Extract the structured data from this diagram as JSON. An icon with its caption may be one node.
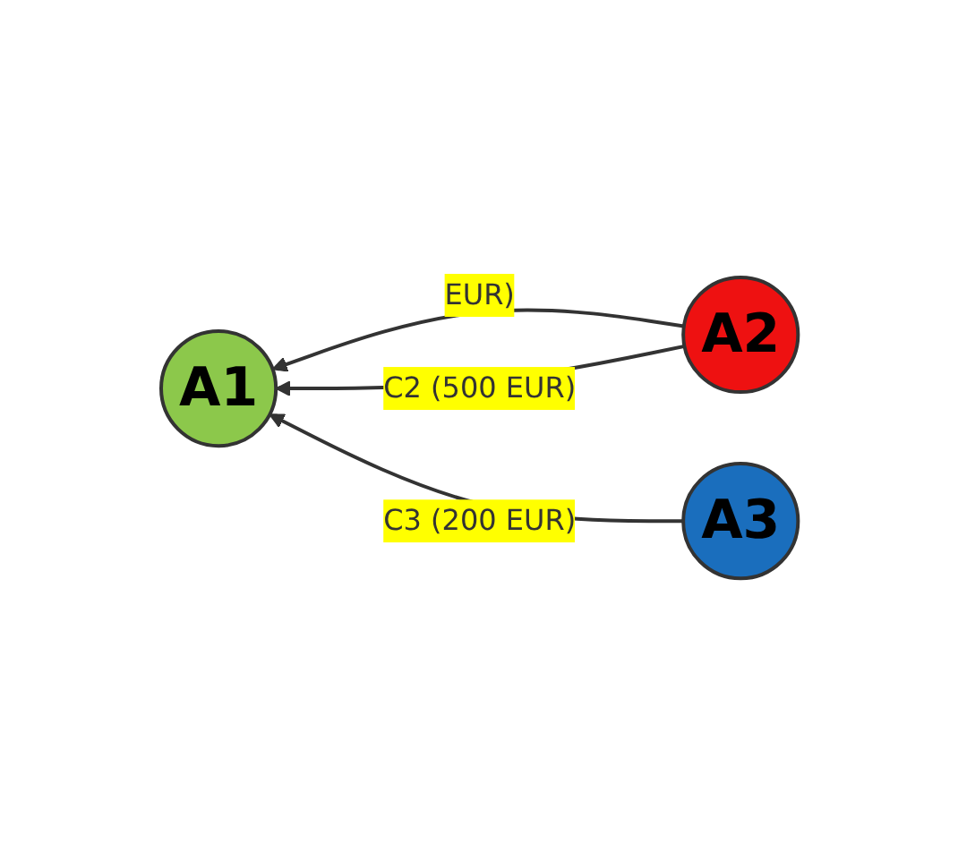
{
  "diagram": {
    "nodes": [
      {
        "text": [
          "A1"
        ]
      },
      {
        "text": [
          "A2"
        ]
      },
      {
        "text": [
          "A3"
        ]
      }
    ],
    "edges": [
      {
        "from": 1,
        "to": 0,
        "arrow": "to",
        "label": "EUR)"
      },
      {
        "from": 1,
        "to": 0,
        "arrow": "to",
        "label": "C2 (500 EUR)"
      },
      {
        "from": 2,
        "to": 0,
        "arrow": "to",
        "label": "C3 (200 EUR)"
      }
    ]
  }
}
